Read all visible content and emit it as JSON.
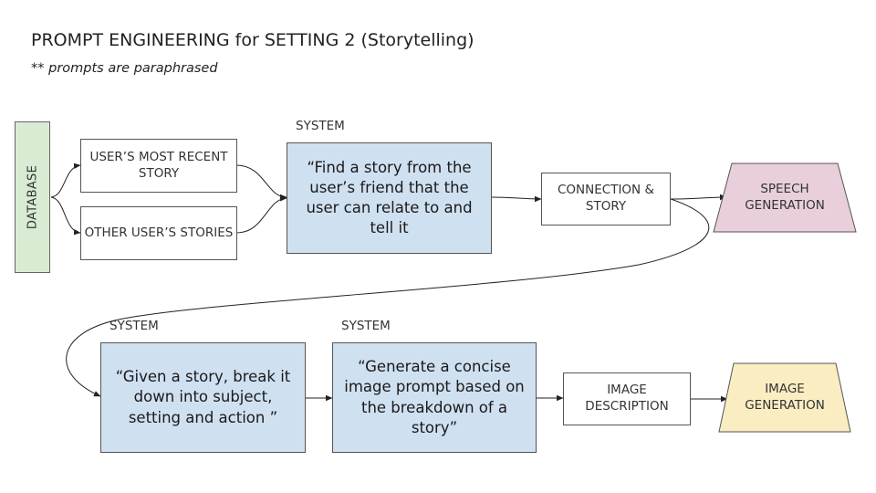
{
  "title": "PROMPT ENGINEERING for SETTING 2 (Storytelling)",
  "subtitle": "** prompts are paraphrased",
  "database_label": "DATABASE",
  "user_recent_story": "USER’S MOST RECENT STORY",
  "other_users_stories": "OTHER USER’S STORIES",
  "system_label": "SYSTEM",
  "prompt_find_story": "“Find a story from the user’s friend that the user can relate to and tell it",
  "connection_story": "CONNECTION & STORY",
  "speech_generation": "SPEECH GENERATION",
  "prompt_breakdown": "“Given a story, break it down into subject, setting and action ”",
  "prompt_image": "“Generate a concise image prompt based on the breakdown of a story”",
  "image_description": "IMAGE DESCRIPTION",
  "image_generation": "IMAGE GENERATION",
  "colors": {
    "database_fill": "#d9ecd3",
    "prompt_fill": "#cfe0f1",
    "speech_fill": "#e9cfdc",
    "image_gen_fill": "#fbedc2"
  }
}
